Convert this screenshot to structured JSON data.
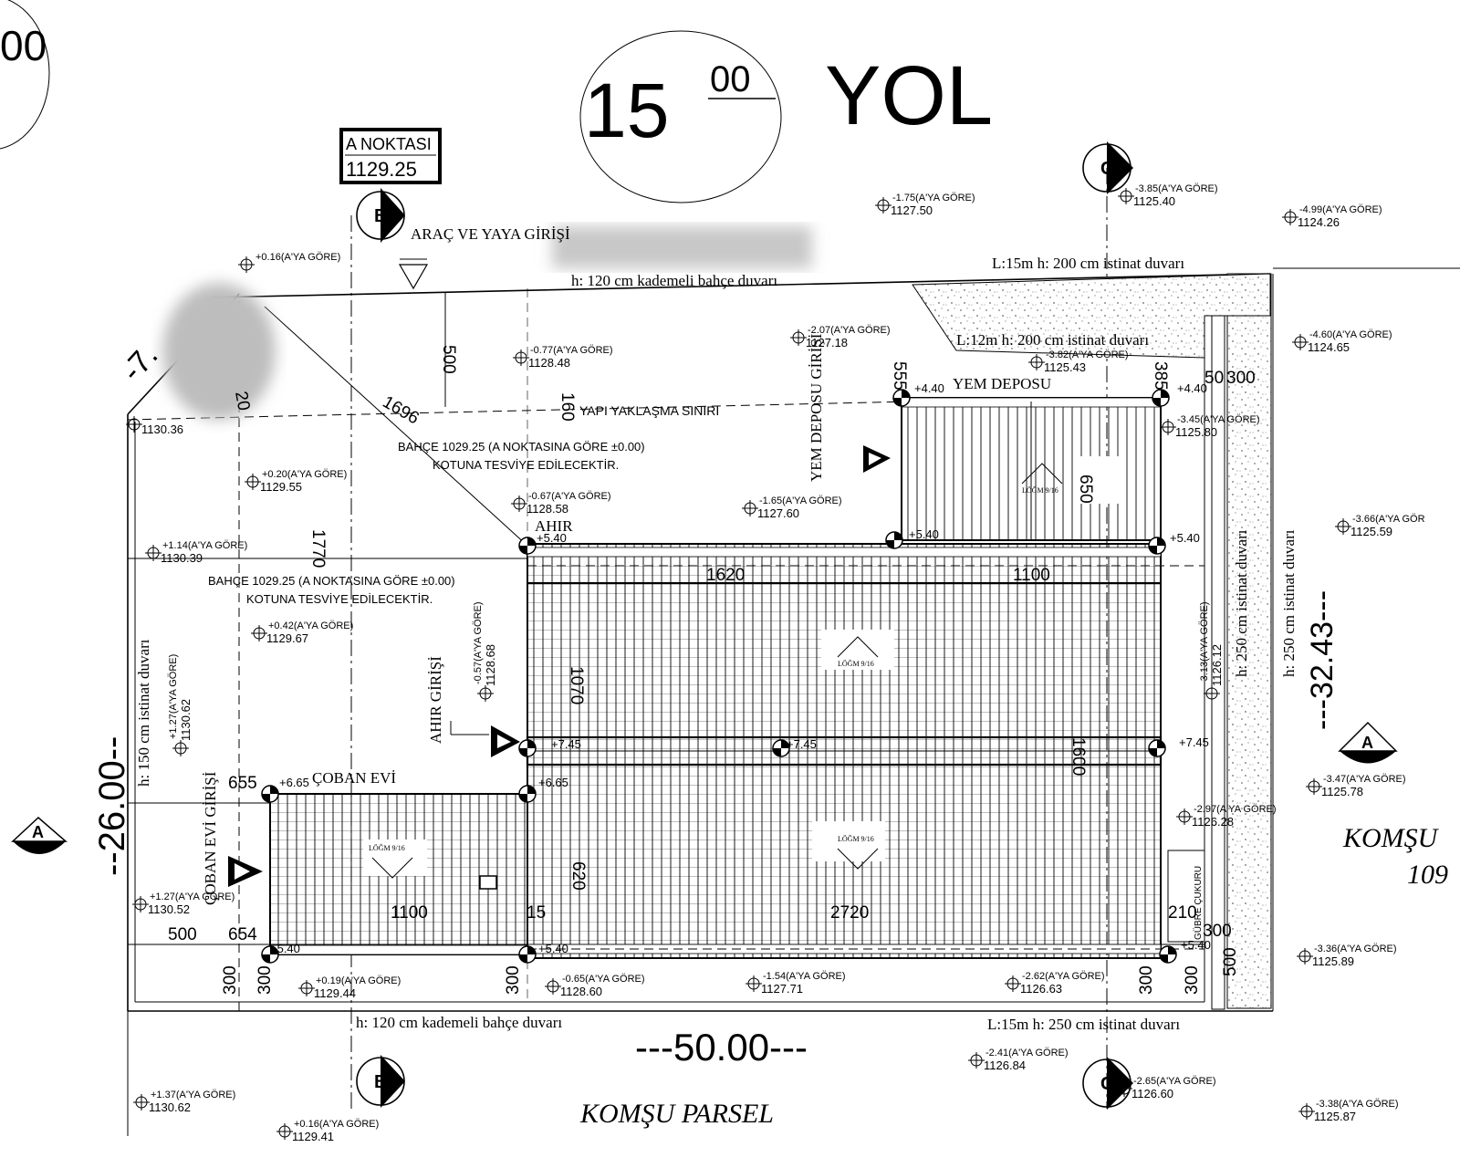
{
  "road": {
    "width_main": "15",
    "width_sup": "00",
    "name": "YOL"
  },
  "top_left_fragment": "00",
  "point_a": {
    "label": "A NOKTASI",
    "value": "1129.25"
  },
  "section_markers": {
    "a": "A",
    "b": "B",
    "c": "C"
  },
  "entrances": {
    "vehicle_pedestrian": "ARAÇ VE YAYA GİRİŞİ",
    "barn": "AHIR GİRİŞİ",
    "feed_store": "YEM DEPOSU GİRİŞİ",
    "shepherd_house": "ÇOBAN EVİ GİRİŞİ"
  },
  "walls": {
    "top_terraced": "h: 120 cm kademeli bahçe duvarı",
    "top_right": "L:15m   h: 200 cm istinat duvarı",
    "inner_top": "L:12m   h: 200 cm istinat duvarı",
    "bottom_left": "h: 120 cm kademeli bahçe duvarı",
    "bottom_right": "L:15m   h: 250 cm istinat duvarı",
    "left_retaining": "h: 150 cm istinat duvarı",
    "right_retaining": "h: 250 cm istinat duvarı",
    "right_outer": "h: 250 cm istinat duvarı"
  },
  "setback_line": "YAPI YAKLAŞMA SINIRI",
  "garden_notes": [
    {
      "line1": "BAHÇE 1029.25 (A NOKTASINA GÖRE ±0.00)",
      "line2": "KOTUNA TESVİYE EDİLECEKTİR."
    },
    {
      "line1": "BAHÇE 1029.25 (A NOKTASINA GÖRE ±0.00)",
      "line2": "KOTUNA TESVİYE EDİLECEKTİR."
    }
  ],
  "buildings": {
    "feed_store": "YEM DEPOSU",
    "barn": "AHIR",
    "shepherd_house": "ÇOBAN EVİ",
    "pit": "GÜBRE ÇUKURU",
    "ridge_label": "LÖĞM 9/16"
  },
  "dimensions": {
    "total_width": "---50.00---",
    "left_height": "--26.00--",
    "right_height": "---32.43---",
    "top_left_slant": "-7.",
    "d500_top": "500",
    "d1696": "1696",
    "d1770": "1770",
    "d160": "160",
    "d555": "555",
    "d385": "385",
    "d650": "650",
    "d1620": "1620",
    "d1100_top": "1100",
    "d1070": "1070",
    "d1600": "1600",
    "d620": "620",
    "d2720": "2720",
    "d1100_bot": "1100",
    "d15": "15",
    "d210": "210",
    "d655": "655",
    "d654": "654",
    "d500_left": "500",
    "d300": "300",
    "d500_right": "500",
    "d50": "50",
    "d300b": "300",
    "d20": "20"
  },
  "building_levels": {
    "p440a": "+4.40",
    "p440b": "+4.40",
    "p540a": "+5.40",
    "p540b": "+5.40",
    "p540c": "+5.40",
    "p540d": "+5.40",
    "p540e": "+5.40",
    "p540f": "+5.40",
    "p745a": "+7.45",
    "p745b": "+7.45",
    "p745c": "+7.45",
    "p665a": "+6.65",
    "p665b": "+6.65"
  },
  "spot_levels": [
    {
      "rel": "+0.16(A'YA GÖRE)",
      "abs": ""
    },
    {
      "rel": "-0.77(A'YA GÖRE)",
      "abs": "1128.48"
    },
    {
      "rel": "-2.07(A'YA GÖRE)",
      "abs": "1127.18"
    },
    {
      "rel": "-1.75(A'YA GÖRE)",
      "abs": "1127.50"
    },
    {
      "rel": "-3.85(A'YA GÖRE)",
      "abs": "1125.40"
    },
    {
      "rel": "-4.99(A'YA GÖRE)",
      "abs": "1124.26"
    },
    {
      "rel": "-3.82(A'YA GÖRE)",
      "abs": "1125.43"
    },
    {
      "rel": "-4.60(A'YA GÖRE)",
      "abs": "1124.65"
    },
    {
      "rel": "-3.45(A'YA GÖRE)",
      "abs": "1125.80"
    },
    {
      "rel": "+0.20(A'YA GÖRE)",
      "abs": "1129.55"
    },
    {
      "rel": "-0.67(A'YA GÖRE)",
      "abs": "1128.58"
    },
    {
      "rel": "-1.65(A'YA GÖRE)",
      "abs": "1127.60"
    },
    {
      "rel": "+1.14(A'YA GÖRE)",
      "abs": "1130.39"
    },
    {
      "rel": "-3.66(A'YA GÖR",
      "abs": "1125.59"
    },
    {
      "rel": "+0.42(A'YA GÖRE)",
      "abs": "1129.67"
    },
    {
      "rel": "-3.47(A'YA GÖRE)",
      "abs": "1125.78"
    },
    {
      "rel": "-2.97(A'YA GÖRE)",
      "abs": "1126.28"
    },
    {
      "rel": "+1.27(A'YA GÖRE)",
      "abs": "1130.52"
    },
    {
      "rel": "+0.19(A'YA GÖRE)",
      "abs": "1129.44"
    },
    {
      "rel": "-0.65(A'YA GÖRE)",
      "abs": "1128.60"
    },
    {
      "rel": "-1.54(A'YA GÖRE)",
      "abs": "1127.71"
    },
    {
      "rel": "-2.62(A'YA GÖRE)",
      "abs": "1126.63"
    },
    {
      "rel": "-3.36(A'YA GÖRE)",
      "abs": "1125.89"
    },
    {
      "rel": "-2.41(A'YA GÖRE)",
      "abs": "1126.84"
    },
    {
      "rel": "-2.65(A'YA GÖRE)",
      "abs": "1126.60"
    },
    {
      "rel": "-3.38(A'YA GÖRE)",
      "abs": "1125.87"
    },
    {
      "rel": "+1.37(A'YA GÖRE)",
      "abs": "1130.62"
    },
    {
      "rel": "+0.16(A'YA GÖRE)",
      "abs": "1129.41"
    },
    {
      "rel": "",
      "abs": "1130.36"
    },
    {
      "rel": "-3.13(A'YA GÖRE)",
      "abs": "1126.12"
    },
    {
      "rel": "-0.57(A'YA GÖRE)",
      "abs": "1128.68"
    },
    {
      "rel": "+1.27(A'YA GÖRE)",
      "abs": "1130.62"
    }
  ],
  "neighbor": {
    "bottom": "KOMŞU PARSEL",
    "right": "KOMŞU",
    "right_num": "109"
  }
}
